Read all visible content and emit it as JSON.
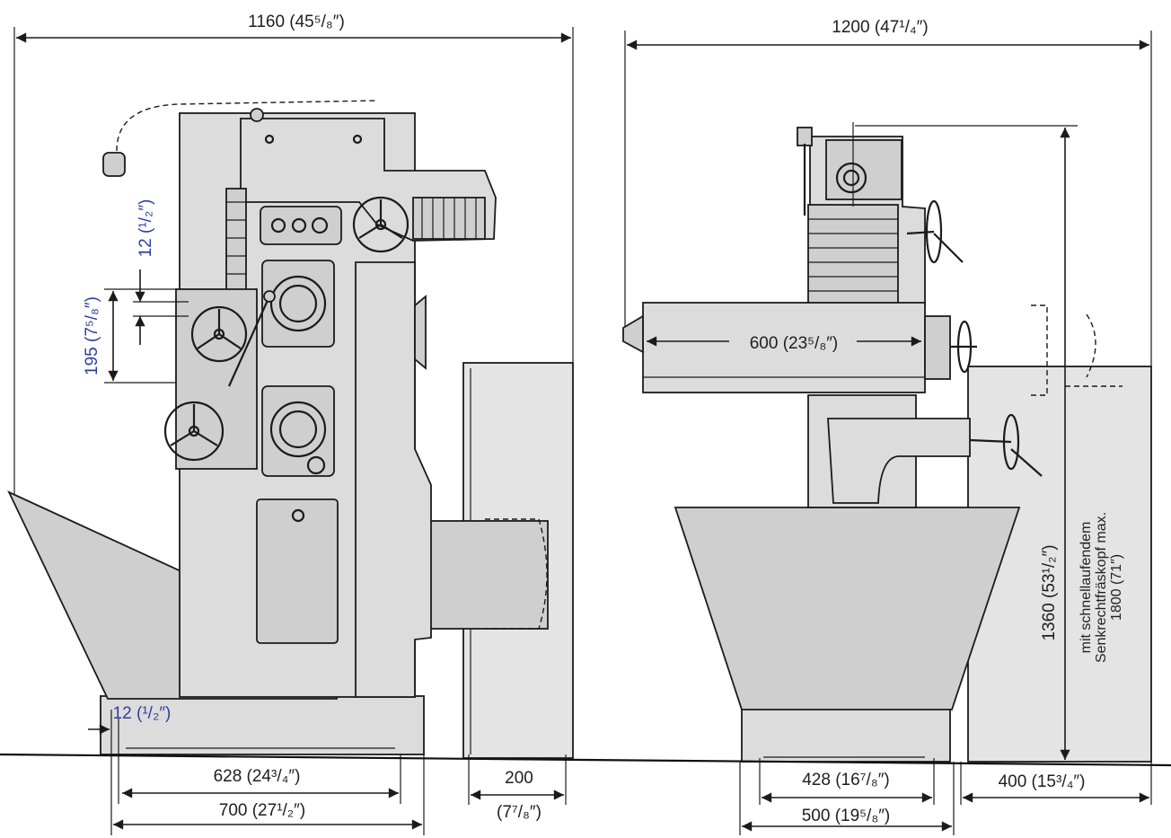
{
  "dimensions": {
    "left_overall_width": "1160 (45⁵/₈″)",
    "right_overall_width": "1200 (47¹/₄″)",
    "spindle_offset": "12 (¹/₂″)",
    "table_height_range": "195 (7⁵/₈″)",
    "base_offset": "12 (¹/₂″)",
    "base_inner_depth": "628 (24³/₄″)",
    "base_outer_depth": "700 (27¹/₂″)",
    "motor_clearance_mm": "200",
    "motor_clearance_in": "(7⁷/₈″)",
    "table_travel": "600 (23⁵/₈″)",
    "base_inner_width": "428 (16⁷/₈″)",
    "base_outer_width": "500 (19⁵/₈″)",
    "side_clearance": "400 (15³/₄″)",
    "overall_height": "1360 (53¹/₂″)",
    "high_speed_head_line1": "mit schnellaufendem",
    "high_speed_head_line2": "Senkrechtfräskopf max.",
    "high_speed_head_line3": "1800 (71″)"
  }
}
